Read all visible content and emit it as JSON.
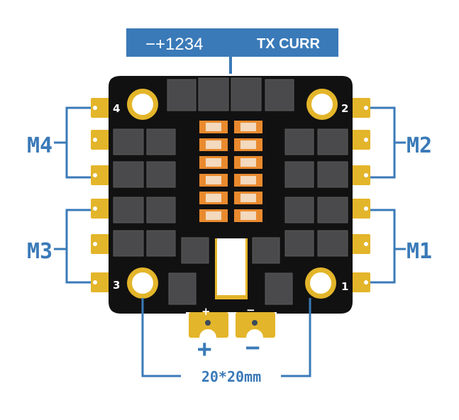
{
  "header_label": {
    "pins": "−+1234",
    "signals": "TX CURR"
  },
  "motor_labels": {
    "m1": "M1",
    "m2": "M2",
    "m3": "M3",
    "m4": "M4"
  },
  "silkscreen": {
    "hole1": "1",
    "hole2": "2",
    "hole3": "3",
    "hole4": "4",
    "plus": "+",
    "minus": "−"
  },
  "power_labels": {
    "plus": "+",
    "minus": "−"
  },
  "dimension": "20*20mm",
  "colors": {
    "accent": "#3a7ab8",
    "board": "#111111",
    "gold": "#e3b52a",
    "capacitor": "#e98a2e"
  }
}
